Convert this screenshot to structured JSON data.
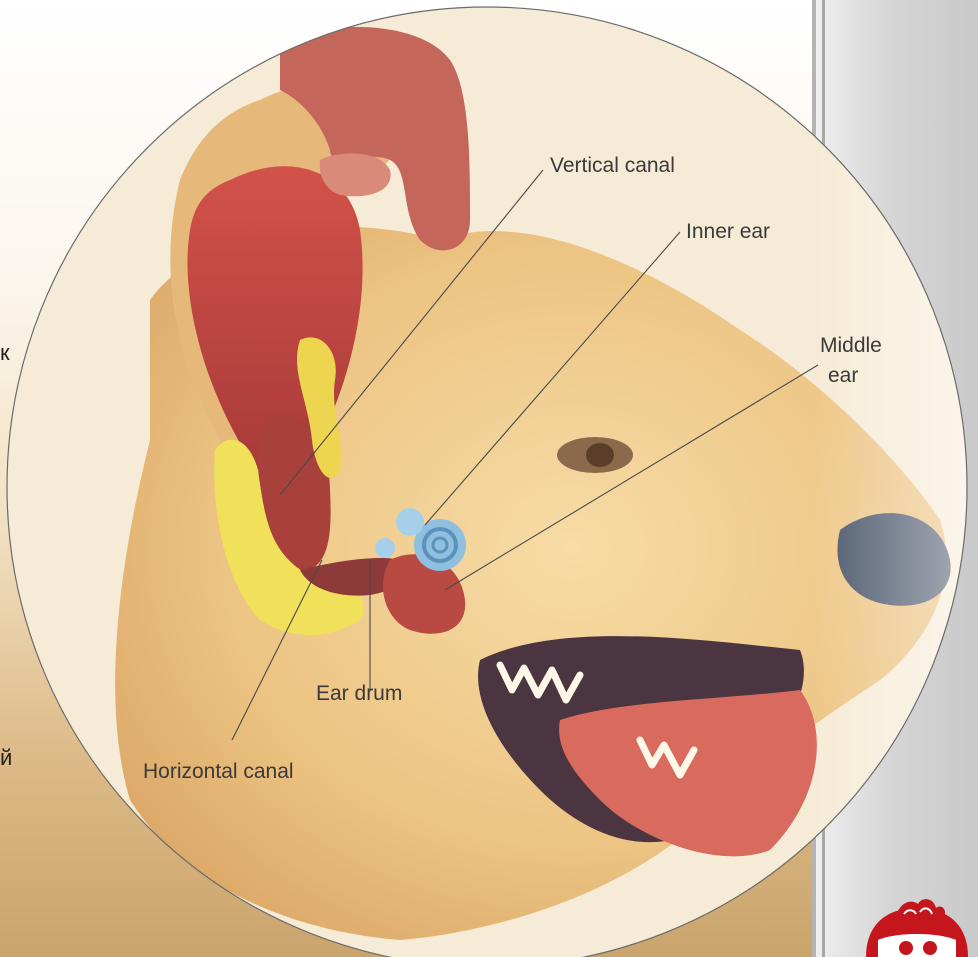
{
  "side_fragments": [
    "к",
    "й"
  ],
  "labels": {
    "vertical_canal": "Vertical canal",
    "inner_ear": "Inner ear",
    "middle_ear_line1": "Middle",
    "middle_ear_line2": "ear",
    "ear_drum": "Ear drum",
    "horizontal_canal": "Horizontal canal"
  },
  "colors": {
    "ear_flap": "#c9504a",
    "canal": "#e8d44a",
    "inner_ear": "#8fc0e0",
    "fur": "#e9c07e",
    "nose": "#4e5a6e",
    "tongue": "#d96a5e",
    "logo_red": "#c4161c"
  }
}
